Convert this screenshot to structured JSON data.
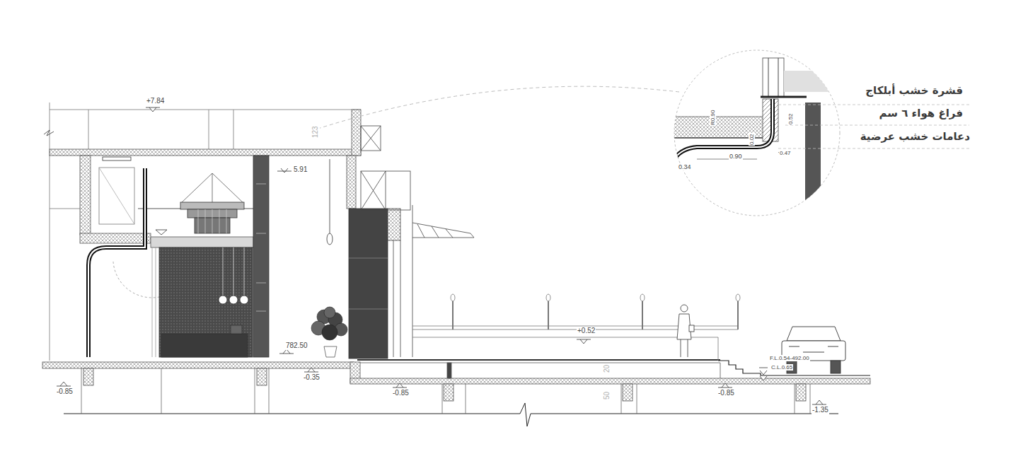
{
  "diagram": {
    "labels": [
      "+7.84",
      "5.91",
      "123",
      "+0.52",
      "782.50",
      "-0.35",
      "-0.85",
      "-0.85",
      "-0.85",
      "-1.35",
      "F.L.0.54-492.00",
      "C.L.0.65",
      "20",
      "50",
      "R0.90",
      "0.90",
      "0.34",
      "0.02",
      "0.52",
      "0.47",
      "قشرة خشب أبلكاج",
      "فراغ هواء ٦ سم",
      "دعامات خشب عرضية"
    ]
  }
}
